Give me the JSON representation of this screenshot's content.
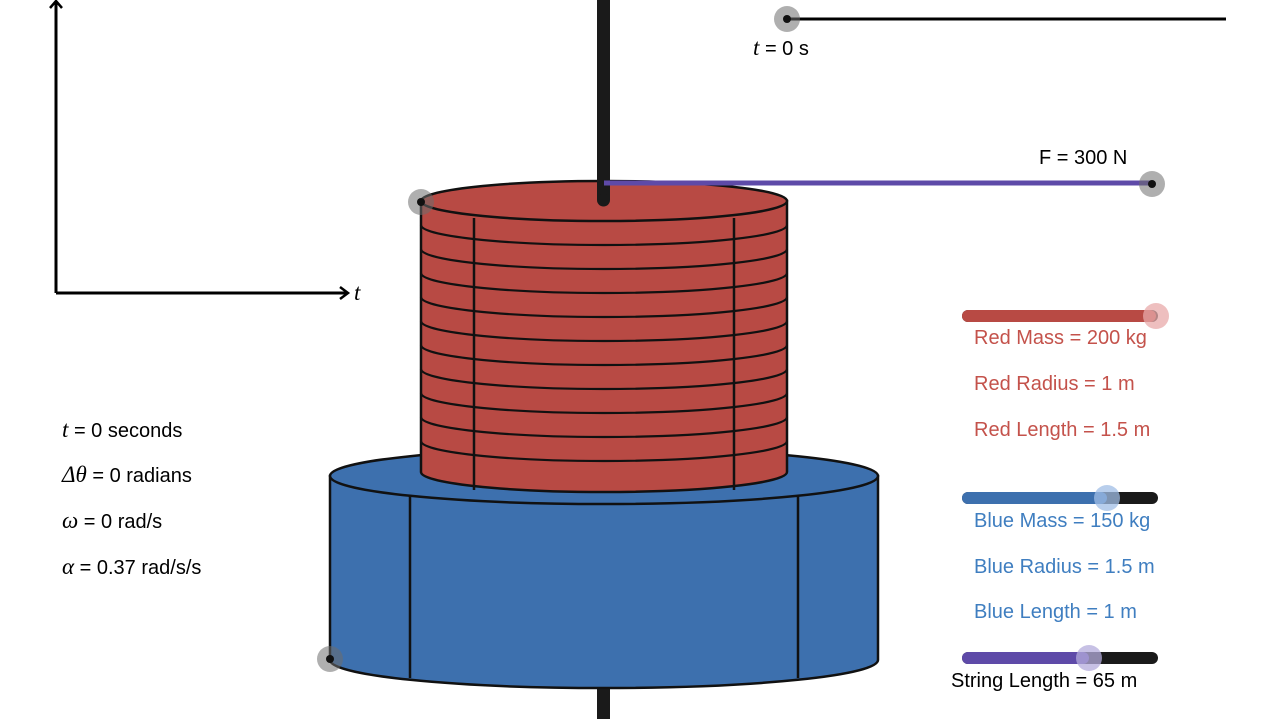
{
  "colors": {
    "red": "#b84a44",
    "red_text": "#c4524b",
    "blue": "#3d70ae",
    "blue_text": "#3f7ec0",
    "string": "#5e4aa8",
    "axis": "#000000"
  },
  "graph": {
    "t_axis_label": "t"
  },
  "timeline": {
    "time_var": "t",
    "time_text": " = 0 s"
  },
  "force": {
    "label": "F = 300 N"
  },
  "readouts": {
    "time": {
      "symbol": "t",
      "text": " = 0 seconds"
    },
    "delta_theta": {
      "symbol": "Δθ",
      "text": " = 0 radians"
    },
    "omega": {
      "symbol": "ω",
      "text": " = 0 rad/s"
    },
    "alpha": {
      "symbol": "α",
      "text": " = 0.37 rad/s/s"
    }
  },
  "controls": {
    "red_mass": {
      "label": "Red Mass = 200 kg",
      "fraction": 0.99
    },
    "red_radius": {
      "label": "Red Radius = 1 m"
    },
    "red_length": {
      "label": "Red Length = 1.5 m"
    },
    "blue_mass": {
      "label": "Blue Mass = 150 kg",
      "fraction": 0.74
    },
    "blue_radius": {
      "label": "Blue Radius = 1.5 m"
    },
    "blue_length": {
      "label": "Blue Length = 1 m"
    },
    "string_length": {
      "label": "String Length = 65 m",
      "fraction": 0.65
    }
  }
}
